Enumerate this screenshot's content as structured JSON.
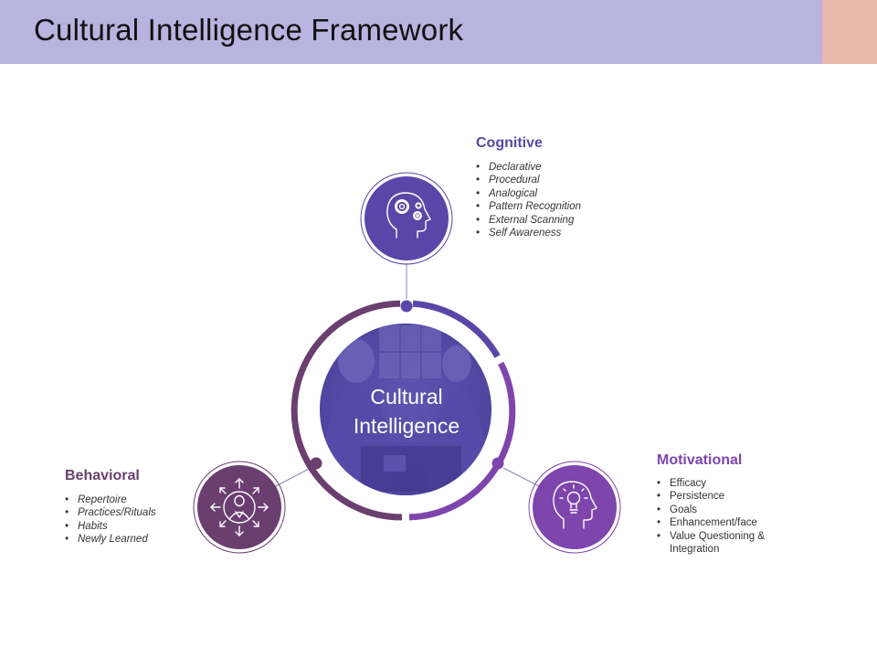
{
  "title": "Cultural Intelligence Framework",
  "colors": {
    "header_bg": "#b8b3df",
    "header_accent": "#e8b9ad",
    "cognitive": "#5a46a8",
    "behavioral": "#6a3f70",
    "motivational": "#7e45ad"
  },
  "center": {
    "line1": "Cultural",
    "line2": "Intelligence"
  },
  "cognitive": {
    "title": "Cognitive",
    "icon": "head-gears-icon",
    "items": [
      "Declarative",
      "Procedural",
      "Analogical",
      "Pattern Recognition",
      "External Scanning",
      "Self Awareness"
    ]
  },
  "behavioral": {
    "title": "Behavioral",
    "icon": "person-arrows-icon",
    "items": [
      "Repertoire",
      "Practices/Rituals",
      "Habits",
      "Newly Learned"
    ]
  },
  "motivational": {
    "title": "Motivational",
    "icon": "head-lightbulb-icon",
    "items": [
      "Efficacy",
      "Persistence",
      "Goals",
      "Enhancement/face",
      "Value Questioning & Integration"
    ]
  }
}
